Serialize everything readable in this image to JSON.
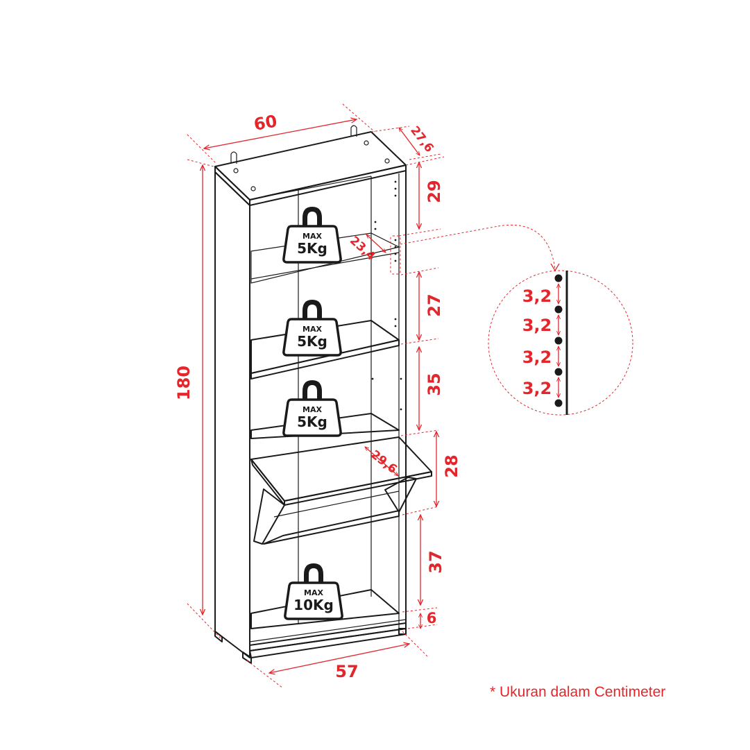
{
  "dimensions": {
    "width_top": "60",
    "depth_top": "27,6",
    "height_total": "180",
    "width_bottom": "57",
    "gap_top": "29",
    "gap_second": "27",
    "gap_third": "35",
    "gap_flap": "28",
    "gap_bottom": "37",
    "plinth": "6",
    "shelf_depth": "23,4",
    "flap_depth": "29,6"
  },
  "hole_spacing": [
    "3,2",
    "3,2",
    "3,2",
    "3,2"
  ],
  "weights": [
    {
      "max": "MAX",
      "value": "5Kg"
    },
    {
      "max": "MAX",
      "value": "5Kg"
    },
    {
      "max": "MAX",
      "value": "5Kg"
    },
    {
      "max": "MAX",
      "value": "10Kg"
    }
  ],
  "footnote": "* Ukuran dalam Centimeter",
  "colors": {
    "accent": "#e3262c",
    "line": "#1a1a1a"
  }
}
